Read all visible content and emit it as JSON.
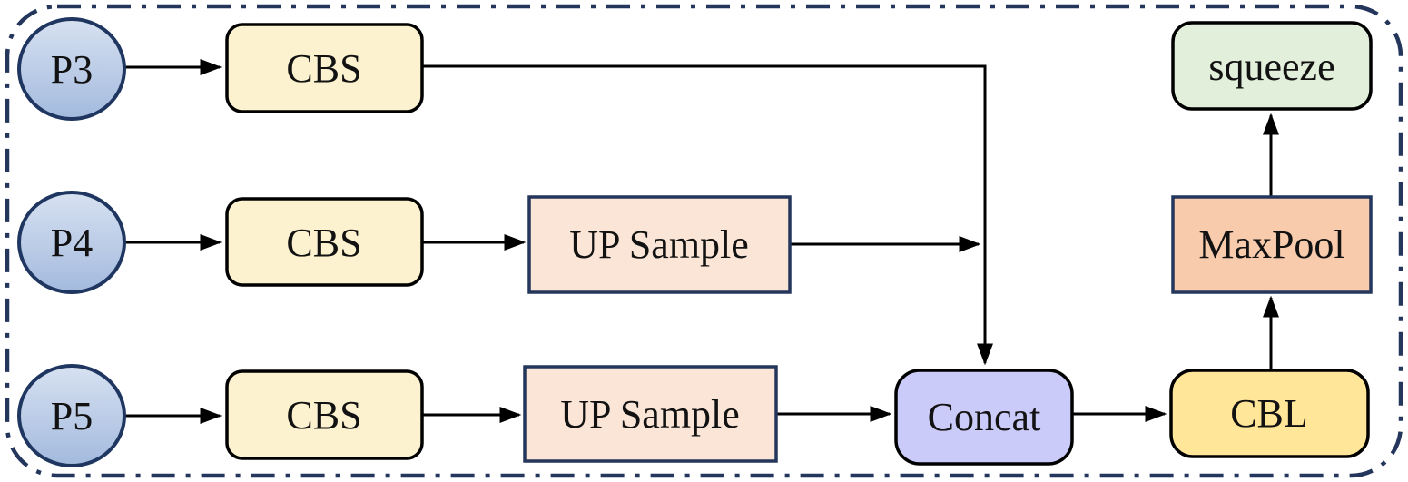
{
  "diagram": {
    "type": "flow-diagram",
    "nodes": {
      "p3": {
        "label": "P3"
      },
      "p4": {
        "label": "P4"
      },
      "p5": {
        "label": "P5"
      },
      "cbs1": {
        "label": "CBS"
      },
      "cbs2": {
        "label": "CBS"
      },
      "cbs3": {
        "label": "CBS"
      },
      "upsample1": {
        "label": "UP Sample"
      },
      "upsample2": {
        "label": "UP Sample"
      },
      "concat": {
        "label": "Concat"
      },
      "cbl": {
        "label": "CBL"
      },
      "maxpool": {
        "label": "MaxPool"
      },
      "squeeze": {
        "label": "squeeze"
      }
    },
    "edges": [
      {
        "from": "p3",
        "to": "cbs1"
      },
      {
        "from": "cbs1",
        "to": "concat"
      },
      {
        "from": "p4",
        "to": "cbs2"
      },
      {
        "from": "cbs2",
        "to": "upsample1"
      },
      {
        "from": "upsample1",
        "to": "concat"
      },
      {
        "from": "p5",
        "to": "cbs3"
      },
      {
        "from": "cbs3",
        "to": "upsample2"
      },
      {
        "from": "upsample2",
        "to": "concat"
      },
      {
        "from": "concat",
        "to": "cbl"
      },
      {
        "from": "cbl",
        "to": "maxpool"
      },
      {
        "from": "maxpool",
        "to": "squeeze"
      }
    ],
    "colors": {
      "outer_border": "#24365c",
      "arrow": "#000000",
      "text": "#121212",
      "input_gradient_top": "#d7e1f1",
      "input_gradient_bottom": "#a3bade",
      "input_border": "#1f3760",
      "cbs_fill": "#fcf2cf",
      "cbs_border": "#000000",
      "upsample_fill": "#fbe5d7",
      "upsample_border": "#24365c",
      "concat_fill": "#cbcbfa",
      "concat_border": "#000000",
      "cbl_fill": "#ffe699",
      "cbl_border": "#000000",
      "maxpool_fill": "#f8cbad",
      "maxpool_border": "#24365c",
      "squeeze_fill": "#e2efda",
      "squeeze_border": "#000000"
    }
  }
}
